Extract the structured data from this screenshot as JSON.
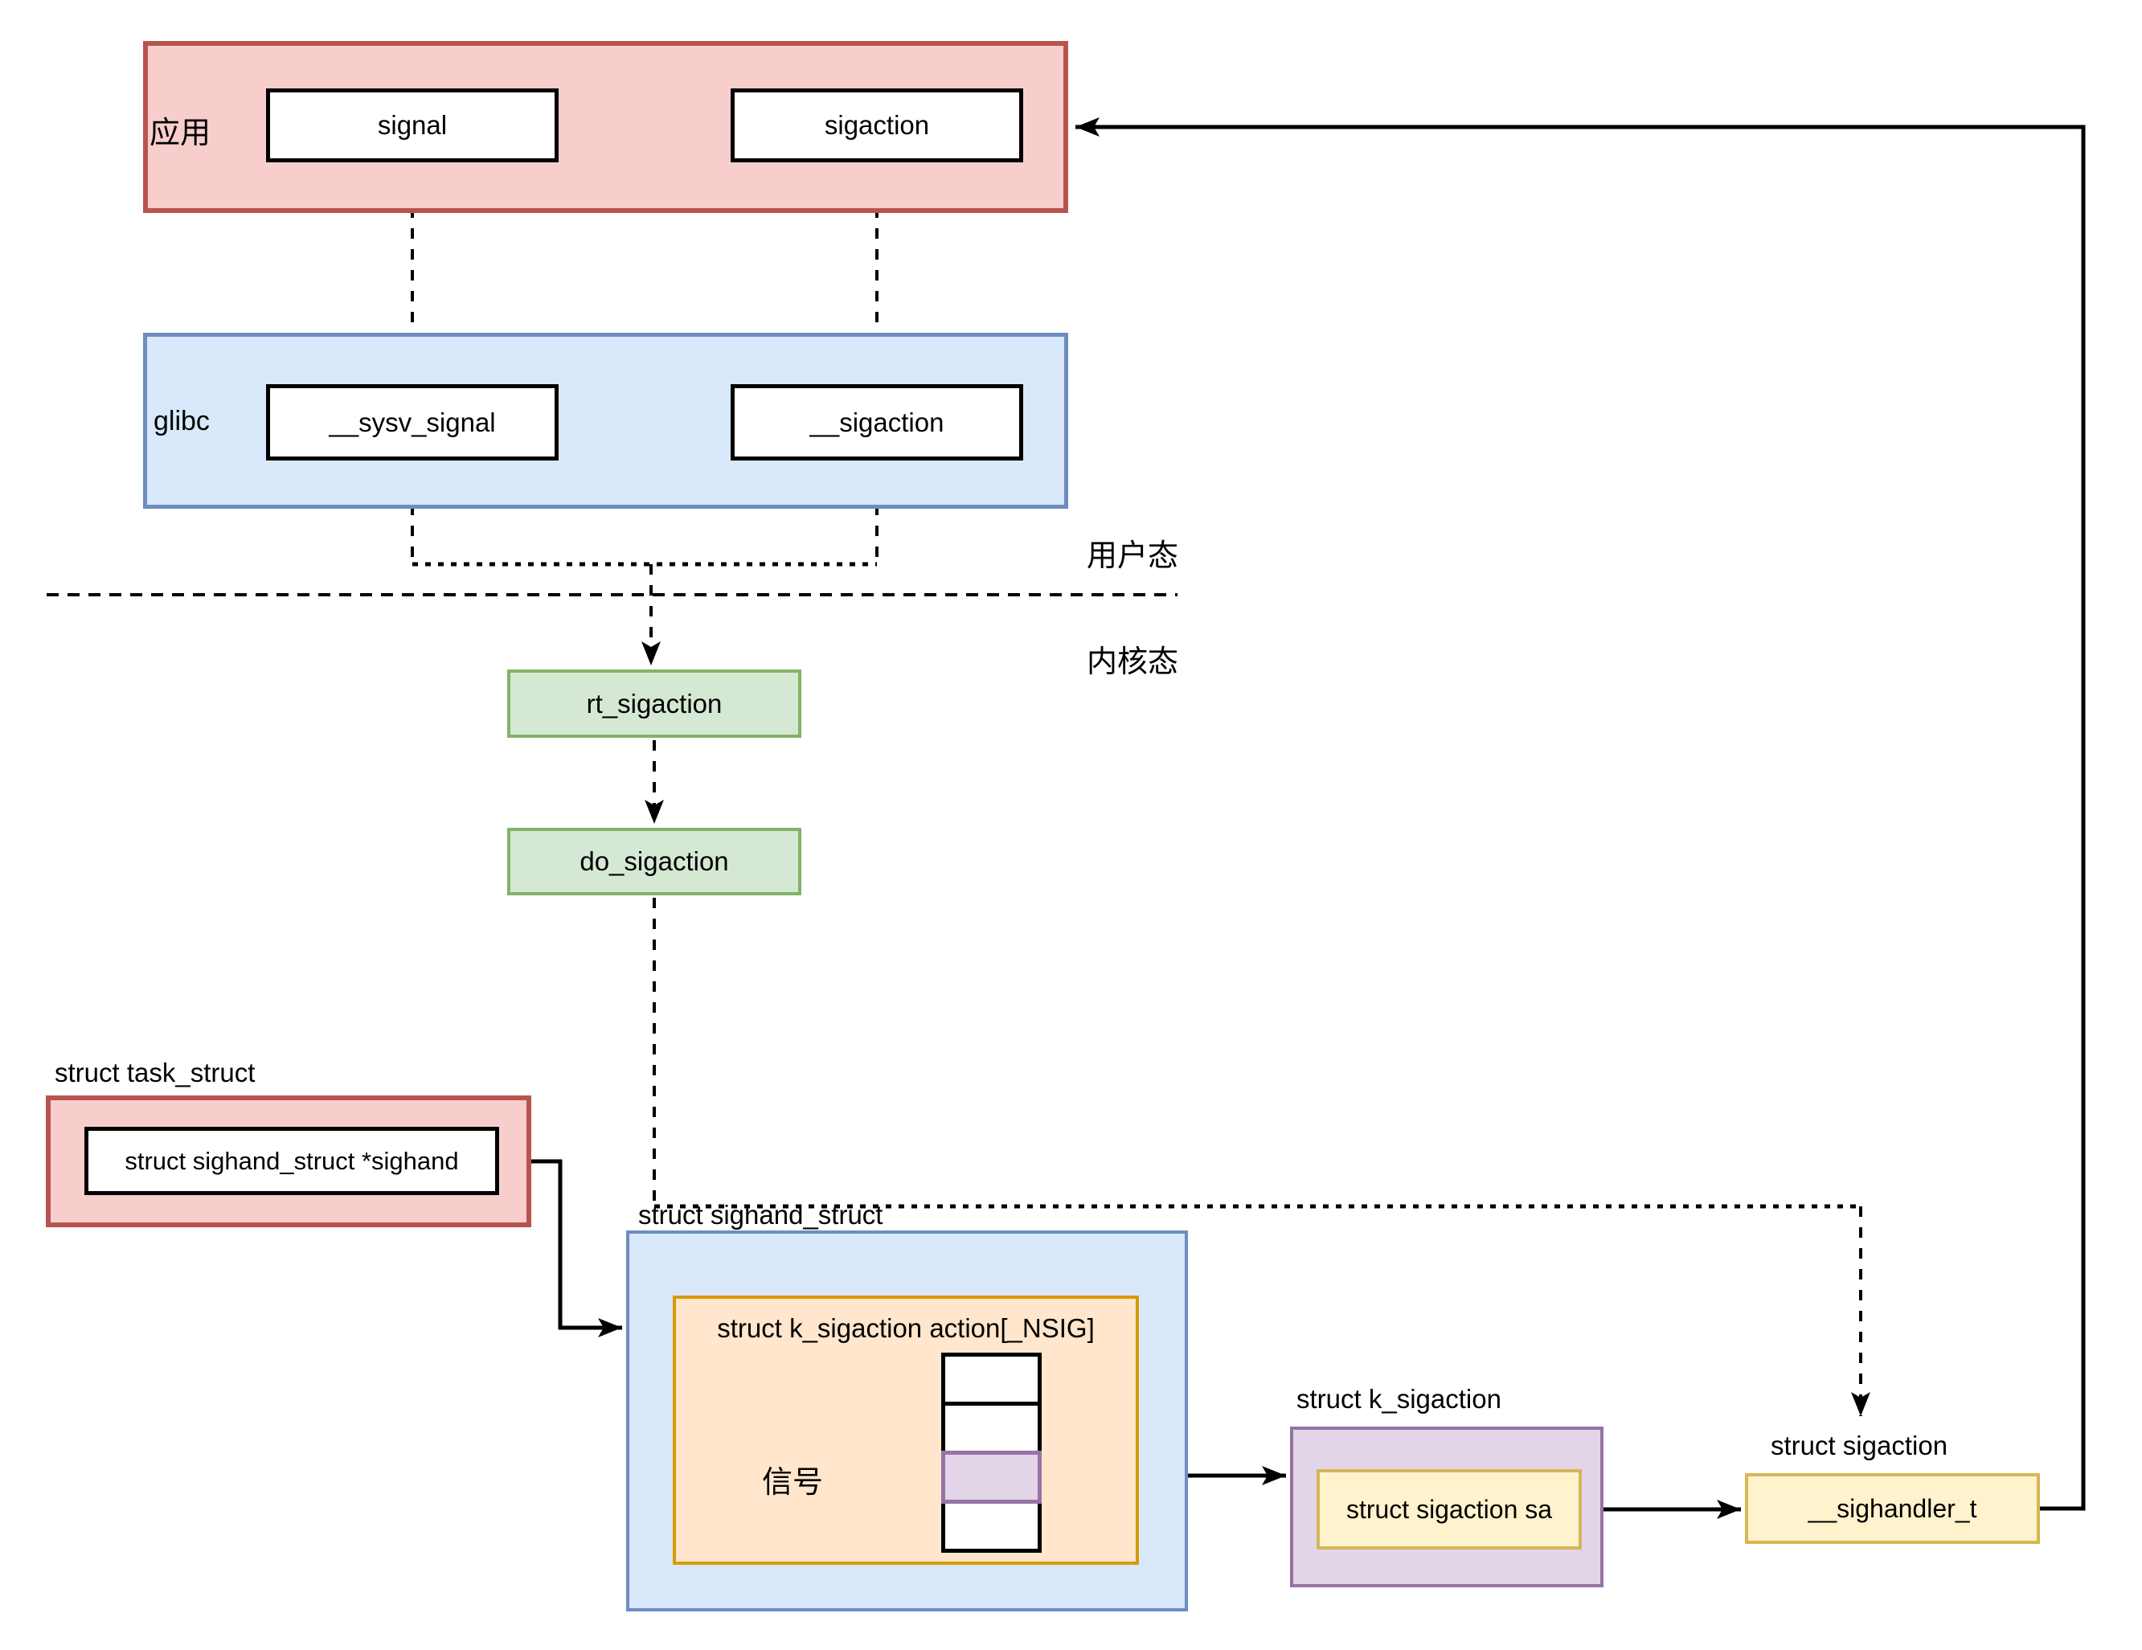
{
  "colors": {
    "red_fill": "#F8CECC",
    "red_stroke": "#B85450",
    "blue_fill": "#DAE8FC",
    "blue_stroke": "#6C8EBF",
    "green_fill": "#D5E8D4",
    "green_stroke": "#82B366",
    "orange_fill": "#FFE6CC",
    "orange_stroke": "#D79B00",
    "purple_fill": "#E1D5E7",
    "purple_stroke": "#9673A6",
    "yellow_fill": "#FFF2CC",
    "yellow_stroke": "#D6B656",
    "line": "#000000"
  },
  "user_space": {
    "app_label": "应用",
    "signal": "signal",
    "sigaction": "sigaction",
    "glibc_label": "glibc",
    "sysv_signal": "__sysv_signal",
    "glibc_sigaction": "__sigaction",
    "zone_label": "用户态"
  },
  "kernel": {
    "zone_label": "内核态",
    "rt_sigaction": "rt_sigaction",
    "do_sigaction": "do_sigaction"
  },
  "task_struct": {
    "title": "struct task_struct",
    "sighand_field": "struct sighand_struct *sighand"
  },
  "sighand_struct": {
    "title": "struct sighand_struct",
    "array_title": "struct k_sigaction action[_NSIG]",
    "signal_label": "信号",
    "array": {
      "cell_count": 4,
      "highlighted_index": 2
    }
  },
  "k_sigaction": {
    "title": "struct k_sigaction",
    "sa_field": "struct sigaction sa"
  },
  "sigaction_struct": {
    "title": "struct sigaction",
    "handler_field": "__sighandler_t"
  }
}
